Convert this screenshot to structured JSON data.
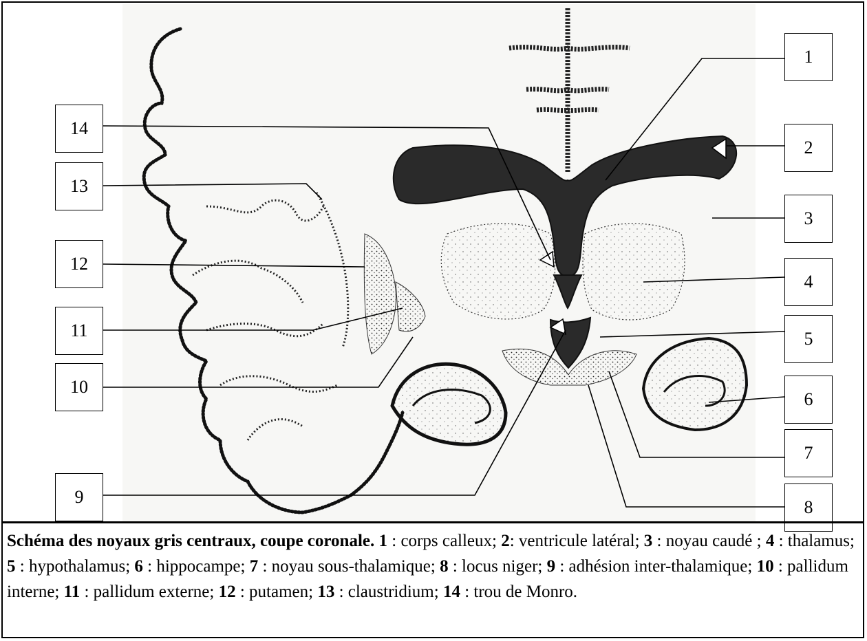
{
  "figure": {
    "labels": [
      "1",
      "2",
      "3",
      "4",
      "5",
      "6",
      "7",
      "8",
      "9",
      "10",
      "11",
      "12",
      "13",
      "14"
    ]
  },
  "caption": {
    "title": "Schéma des noyaux gris centraux, coupe coronale.",
    "items": [
      {
        "num": "1",
        "text": " : corps calleux; "
      },
      {
        "num": "2",
        "text": ": ventricule latéral; "
      },
      {
        "num": "3",
        "text": " : noyau caudé ; "
      },
      {
        "num": "4",
        "text": " : thalamus; "
      },
      {
        "num": "5",
        "text": " : hypothalamus; "
      },
      {
        "num": "6",
        "text": " : hippocampe; "
      },
      {
        "num": "7",
        "text": " : noyau sous-thalamique; "
      },
      {
        "num": "8",
        "text": " : locus niger; "
      },
      {
        "num": "9",
        "text": " : adhésion inter-thalamique; "
      },
      {
        "num": "10",
        "text": " : pallidum interne; "
      },
      {
        "num": "11",
        "text": " : pallidum externe; "
      },
      {
        "num": "12",
        "text": " : putamen; "
      },
      {
        "num": "13",
        "text": " : claustridium; "
      },
      {
        "num": "14",
        "text": " : trou de Monro."
      }
    ]
  },
  "colors": {
    "ink": "#000000",
    "ventricle": "#2a2a2a",
    "paper": "#ffffff",
    "drawing_bg": "#f7f7f5"
  }
}
